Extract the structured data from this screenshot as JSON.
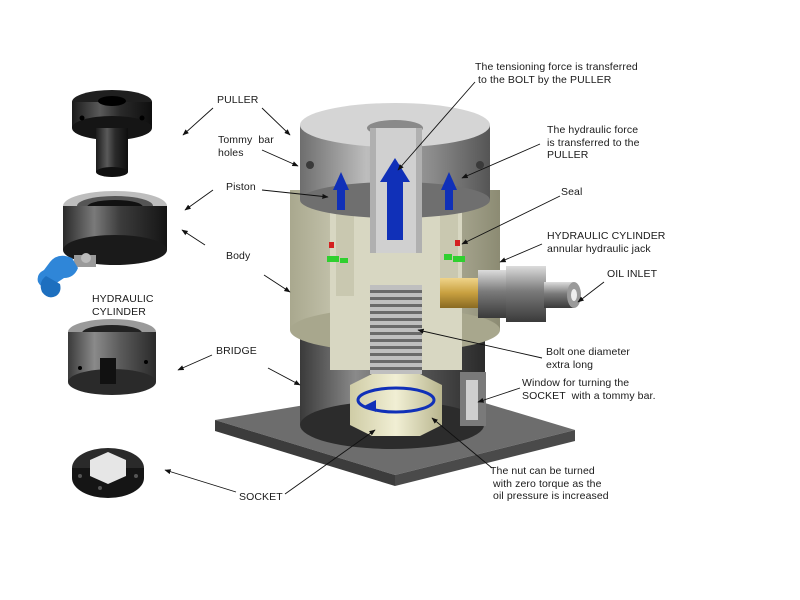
{
  "labels": {
    "puller": "PULLER",
    "tommy_bar_holes": "Tommy  bar\nholes",
    "piston": "Piston",
    "body": "Body",
    "hydraulic_cylinder_left": "HYDRAULIC\nCYLINDER",
    "bridge": "BRIDGE",
    "socket": "SOCKET",
    "tensioning_force": "The tensioning force is transferred\n to the BOLT by the PULLER",
    "hydraulic_force": "The hydraulic force\nis transferred to the\nPULLER",
    "seal": "Seal",
    "hydraulic_cylinder_right": "HYDRAULIC CYLINDER\nannular hydraulic jack",
    "oil_inlet": "OIL INLET",
    "bolt": "Bolt one diameter\nextra long",
    "window": "Window for turning the\nSOCKET  with a tommy bar.",
    "nut": "The nut can be turned\n with zero torque as the\n oil pressure is increased"
  },
  "colors": {
    "force_arrow": "#1030b8",
    "seal_green": "#2fd02f",
    "seal_red": "#d42020",
    "oil_coupler_blue": "#2f86d8",
    "brass": "#c8a040"
  }
}
